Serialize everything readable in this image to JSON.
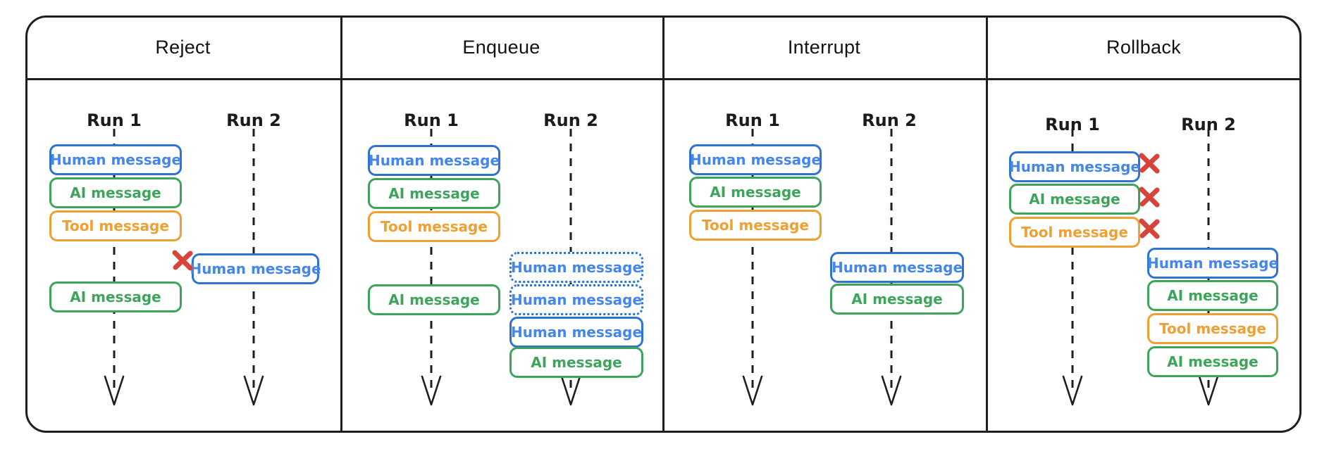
{
  "colors": {
    "human_border": "#2e72d2",
    "human_text": "#4486ec",
    "ai": "#3ea45b",
    "tool": "#efa033",
    "reject_x": "#d6443b",
    "ink": "#1e1e1e"
  },
  "panels": [
    {
      "title": "Reject",
      "runs": [
        {
          "label": "Run 1",
          "messages": [
            {
              "type": "human",
              "label": "Human message"
            },
            {
              "type": "ai",
              "label": "AI message"
            },
            {
              "type": "tool",
              "label": "Tool message"
            },
            {
              "type": "ai",
              "label": "AI message"
            }
          ]
        },
        {
          "label": "Run 2",
          "messages": [
            {
              "type": "human",
              "label": "Human message",
              "rejected": true
            }
          ]
        }
      ]
    },
    {
      "title": "Enqueue",
      "runs": [
        {
          "label": "Run 1",
          "messages": [
            {
              "type": "human",
              "label": "Human message"
            },
            {
              "type": "ai",
              "label": "AI message"
            },
            {
              "type": "tool",
              "label": "Tool message"
            },
            {
              "type": "ai",
              "label": "AI message"
            }
          ]
        },
        {
          "label": "Run 2",
          "messages": [
            {
              "type": "human",
              "label": "Human message",
              "queued": true
            },
            {
              "type": "human",
              "label": "Human message",
              "queued": true
            },
            {
              "type": "human",
              "label": "Human message"
            },
            {
              "type": "ai",
              "label": "AI message"
            }
          ]
        }
      ]
    },
    {
      "title": "Interrupt",
      "runs": [
        {
          "label": "Run 1",
          "messages": [
            {
              "type": "human",
              "label": "Human message"
            },
            {
              "type": "ai",
              "label": "AI message"
            },
            {
              "type": "tool",
              "label": "Tool message"
            }
          ]
        },
        {
          "label": "Run 2",
          "messages": [
            {
              "type": "human",
              "label": "Human message"
            },
            {
              "type": "ai",
              "label": "AI message"
            }
          ]
        }
      ]
    },
    {
      "title": "Rollback",
      "runs": [
        {
          "label": "Run 1",
          "messages": [
            {
              "type": "human",
              "label": "Human message",
              "deleted": true
            },
            {
              "type": "ai",
              "label": "AI message",
              "deleted": true
            },
            {
              "type": "tool",
              "label": "Tool message",
              "deleted": true
            }
          ]
        },
        {
          "label": "Run 2",
          "messages": [
            {
              "type": "human",
              "label": "Human message"
            },
            {
              "type": "ai",
              "label": "AI message"
            },
            {
              "type": "tool",
              "label": "Tool message"
            },
            {
              "type": "ai",
              "label": "AI message"
            }
          ]
        }
      ]
    }
  ]
}
